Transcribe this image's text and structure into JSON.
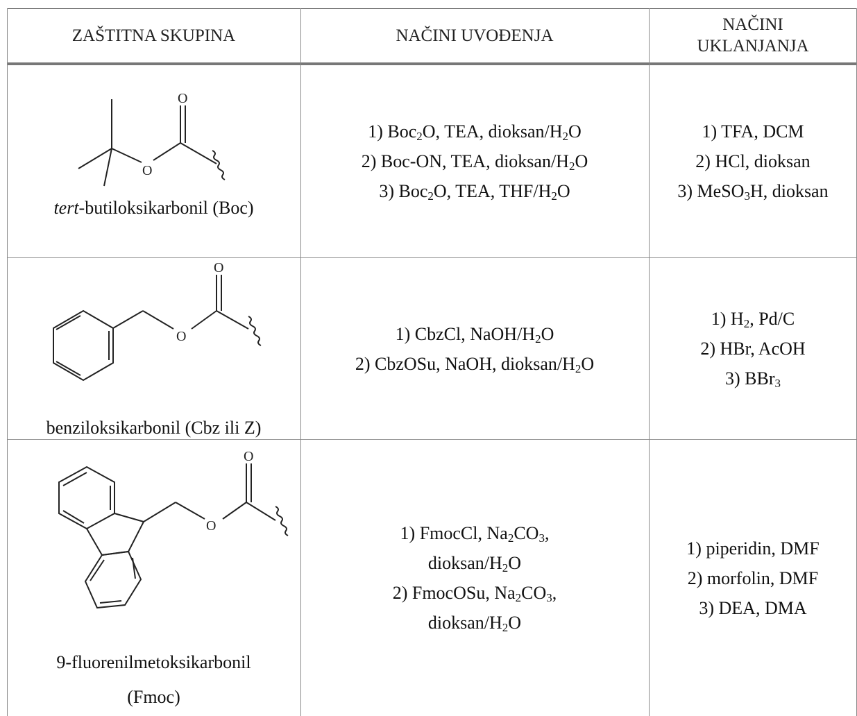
{
  "headers": {
    "col1": "ZAŠTITNA SKUPINA",
    "col2": "NAČINI UVOĐENJA",
    "col3_line1": "NAČINI",
    "col3_line2": "UKLANJANJA"
  },
  "atom_labels": {
    "oxygen": "O"
  },
  "rows": [
    {
      "name_prefix": "tert",
      "name_rest": "-butiloksikarbonil (Boc)",
      "intro": [
        [
          "1) Boc",
          "2",
          "O, TEA, dioksan/H",
          "2",
          "O"
        ],
        [
          "2) Boc-ON, TEA, dioksan/H",
          "2",
          "O"
        ],
        [
          "3) Boc",
          "2",
          "O, TEA, THF/H",
          "2",
          "O"
        ]
      ],
      "removal": [
        [
          "1) TFA, DCM"
        ],
        [
          "2) HCl, dioksan"
        ],
        [
          "3) MeSO",
          "3",
          "H, dioksan"
        ]
      ]
    },
    {
      "name": "benziloksikarbonil (Cbz ili Z)",
      "intro": [
        [
          "1) CbzCl, NaOH/H",
          "2",
          "O"
        ],
        [
          "2) CbzOSu, NaOH, dioksan/H",
          "2",
          "O"
        ]
      ],
      "removal": [
        [
          "1) H",
          "2",
          ", Pd/C"
        ],
        [
          "2) HBr, AcOH"
        ],
        [
          "3) BBr",
          "3",
          ""
        ]
      ]
    },
    {
      "name_line1": "9-fluorenilmetoksikarbonil",
      "name_line2": "(Fmoc)",
      "intro": [
        [
          "1) FmocCl, Na",
          "2",
          "CO",
          "3",
          ","
        ],
        [
          "dioksan/H",
          "2",
          "O"
        ],
        [
          "2) FmocOSu, Na",
          "2",
          "CO",
          "3",
          ","
        ],
        [
          "dioksan/H",
          "2",
          "O"
        ]
      ],
      "removal": [
        [
          "1) piperidin, DMF"
        ],
        [
          "2) morfolin, DMF"
        ],
        [
          "3) DEA, DMA"
        ]
      ]
    }
  ]
}
